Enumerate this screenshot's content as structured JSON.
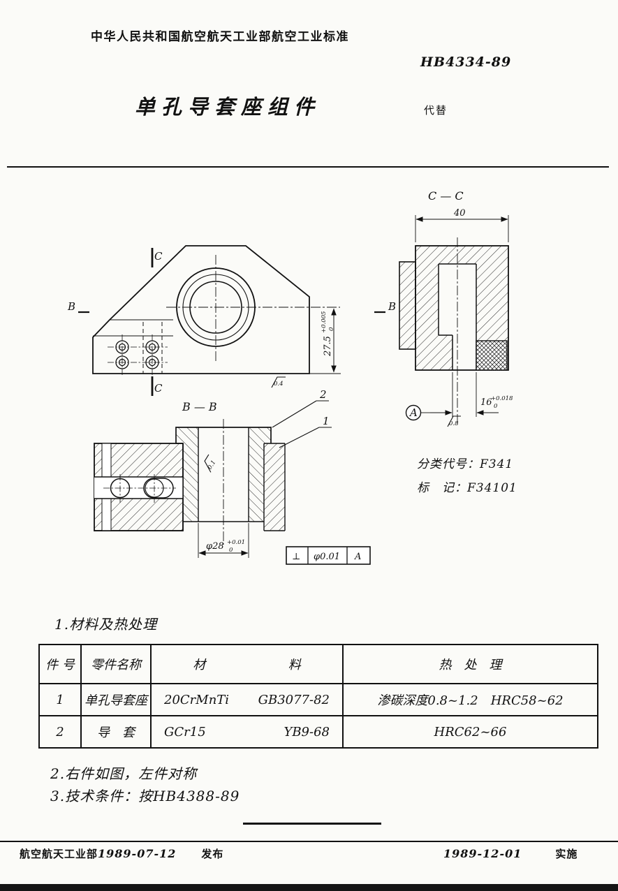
{
  "header": {
    "org": "中华人民共和国航空航天工业部航空工业标准",
    "number": "HB4334-89",
    "title": "单孔导套座组件",
    "replaces": "代替"
  },
  "drawing": {
    "section_cc_title": "C — C",
    "section_bb_title": "B — B",
    "label_b": "B",
    "label_c": "C",
    "dim_width": "40",
    "dim_height": "27.5",
    "dim_height_tol_upper": "+0.005",
    "dim_height_tol_lower": "0",
    "dim_bore": "φ28",
    "dim_bore_tol_upper": "+0.01",
    "dim_bore_tol_lower": "0",
    "dim_sleeve_bore": "16",
    "dim_sleeve_bore_tol_upper": "+0.018",
    "dim_sleeve_bore_tol_lower": "0",
    "roughness_04": "0.4",
    "roughness_01": "0.1",
    "roughness_08": "0.8",
    "part_no_1": "1",
    "part_no_2": "2",
    "datum": "A",
    "gdt_symbol": "⊥",
    "gdt_tolerance": "φ0.01",
    "gdt_datum": "A",
    "class_code": "分类代号：F341",
    "marking": "标　记：F34101"
  },
  "notes": {
    "note1": "1.材料及热处理",
    "note2": "2.右件如图，左件对称",
    "note3": "3.技术条件：按HB4388-89"
  },
  "table": {
    "col_part_no": "件 号",
    "col_part_name": "零件名称",
    "col_material_a": "材",
    "col_material_b": "料",
    "col_heat": "热　处　理",
    "rows": [
      {
        "no": "1",
        "name": "单孔导套座",
        "material": "20CrMnTi",
        "material_std": "GB3077-82",
        "heat": "渗碳深度0.8~1.2　HRC58~62"
      },
      {
        "no": "2",
        "name": "导　套",
        "material": "GCr15",
        "material_std": "YB9-68",
        "heat": "HRC62~66"
      }
    ]
  },
  "footer": {
    "org": "航空航天工业部",
    "issue_date": "1989-07-12",
    "issue_label": "发布",
    "effective_date": "1989-12-01",
    "effective_label": "实施"
  }
}
